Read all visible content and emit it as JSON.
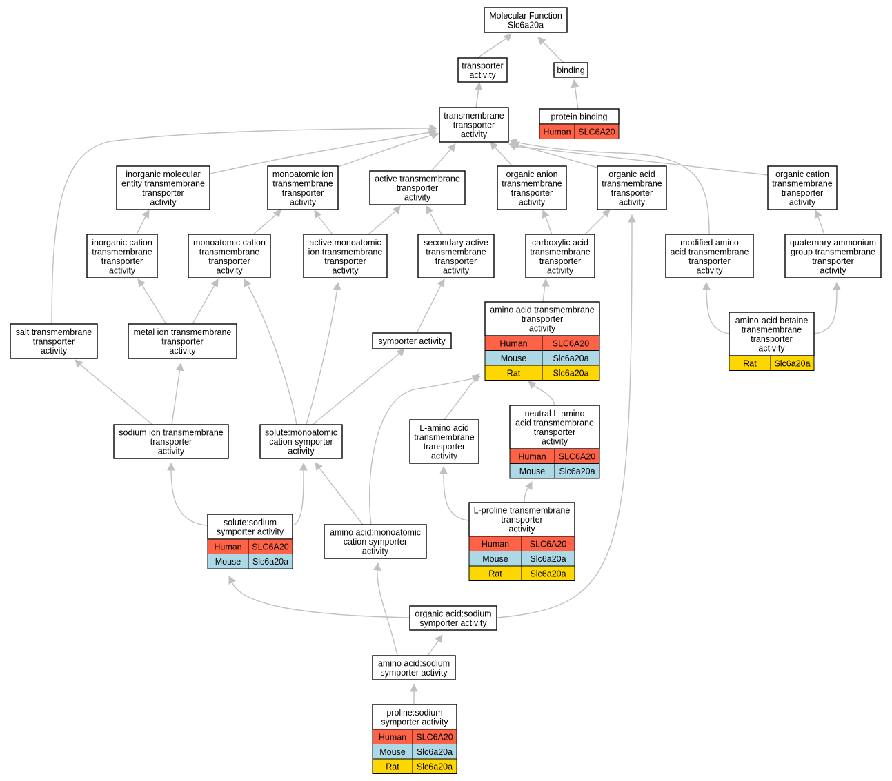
{
  "colors": {
    "human": "#ff6347",
    "mouse": "#add8e6",
    "rat": "#ffd700",
    "edge": "#c0c0c0"
  },
  "nodes": {
    "mf": {
      "lines": [
        "Molecular Function",
        "Slc6a20a"
      ]
    },
    "transporter": {
      "lines": [
        "transporter",
        "activity"
      ]
    },
    "binding": {
      "lines": [
        "binding"
      ]
    },
    "tm_transporter": {
      "lines": [
        "transmembrane",
        "transporter",
        "activity"
      ]
    },
    "protein_binding": {
      "lines": [
        "protein binding"
      ],
      "genes": [
        {
          "species": "Human",
          "gene": "SLC6A20"
        }
      ]
    },
    "inorg_mol": {
      "lines": [
        "inorganic molecular",
        "entity transmembrane",
        "transporter",
        "activity"
      ]
    },
    "monoatomic_ion": {
      "lines": [
        "monoatomic ion",
        "transmembrane",
        "transporter",
        "activity"
      ]
    },
    "active_tm": {
      "lines": [
        "active transmembrane",
        "transporter",
        "activity"
      ]
    },
    "organic_anion": {
      "lines": [
        "organic anion",
        "transmembrane",
        "transporter",
        "activity"
      ]
    },
    "organic_acid": {
      "lines": [
        "organic acid",
        "transmembrane",
        "transporter",
        "activity"
      ]
    },
    "organic_cation": {
      "lines": [
        "organic cation",
        "transmembrane",
        "transporter",
        "activity"
      ]
    },
    "inorg_cation": {
      "lines": [
        "inorganic cation",
        "transmembrane",
        "transporter",
        "activity"
      ]
    },
    "monoatomic_cation": {
      "lines": [
        "monoatomic cation",
        "transmembrane",
        "transporter",
        "activity"
      ]
    },
    "active_monoatomic": {
      "lines": [
        "active monoatomic",
        "ion transmembrane",
        "transporter",
        "activity"
      ]
    },
    "secondary_active": {
      "lines": [
        "secondary active",
        "transmembrane",
        "transporter",
        "activity"
      ]
    },
    "carboxylic": {
      "lines": [
        "carboxylic acid",
        "transmembrane",
        "transporter",
        "activity"
      ]
    },
    "modified_aa": {
      "lines": [
        "modified amino",
        "acid transmembrane",
        "transporter",
        "activity"
      ]
    },
    "quaternary": {
      "lines": [
        "quaternary ammonium",
        "group transmembrane",
        "transporter",
        "activity"
      ]
    },
    "salt": {
      "lines": [
        "salt transmembrane",
        "transporter",
        "activity"
      ]
    },
    "metal_ion": {
      "lines": [
        "metal ion transmembrane",
        "transporter",
        "activity"
      ]
    },
    "symporter": {
      "lines": [
        "symporter activity"
      ]
    },
    "aa_tm": {
      "lines": [
        "amino acid transmembrane",
        "transporter",
        "activity"
      ],
      "genes": [
        {
          "species": "Human",
          "gene": "SLC6A20"
        },
        {
          "species": "Mouse",
          "gene": "Slc6a20a"
        },
        {
          "species": "Rat",
          "gene": "Slc6a20a"
        }
      ]
    },
    "aa_betaine": {
      "lines": [
        "amino-acid betaine",
        "transmembrane",
        "transporter",
        "activity"
      ],
      "genes": [
        {
          "species": "Rat",
          "gene": "Slc6a20a"
        }
      ]
    },
    "sodium_ion": {
      "lines": [
        "sodium ion transmembrane",
        "transporter",
        "activity"
      ]
    },
    "solute_monoatomic": {
      "lines": [
        "solute:monoatomic",
        "cation symporter",
        "activity"
      ]
    },
    "l_aa": {
      "lines": [
        "L-amino acid",
        "transmembrane",
        "transporter",
        "activity"
      ]
    },
    "neutral_l_aa": {
      "lines": [
        "neutral L-amino",
        "acid transmembrane",
        "transporter",
        "activity"
      ],
      "genes": [
        {
          "species": "Human",
          "gene": "SLC6A20"
        },
        {
          "species": "Mouse",
          "gene": "Slc6a20a"
        }
      ]
    },
    "solute_sodium": {
      "lines": [
        "solute:sodium",
        "symporter activity"
      ],
      "genes": [
        {
          "species": "Human",
          "gene": "SLC6A20"
        },
        {
          "species": "Mouse",
          "gene": "Slc6a20a"
        }
      ]
    },
    "aa_monoatomic": {
      "lines": [
        "amino acid:monoatomic",
        "cation symporter",
        "activity"
      ]
    },
    "l_proline": {
      "lines": [
        "L-proline transmembrane",
        "transporter",
        "activity"
      ],
      "genes": [
        {
          "species": "Human",
          "gene": "SLC6A20"
        },
        {
          "species": "Mouse",
          "gene": "Slc6a20a"
        },
        {
          "species": "Rat",
          "gene": "Slc6a20a"
        }
      ]
    },
    "organic_acid_sodium": {
      "lines": [
        "organic acid:sodium",
        "symporter activity"
      ]
    },
    "aa_sodium": {
      "lines": [
        "amino acid:sodium",
        "symporter activity"
      ]
    },
    "proline_sodium": {
      "lines": [
        "proline:sodium",
        "symporter activity"
      ],
      "genes": [
        {
          "species": "Human",
          "gene": "SLC6A20"
        },
        {
          "species": "Mouse",
          "gene": "Slc6a20a"
        },
        {
          "species": "Rat",
          "gene": "Slc6a20a"
        }
      ]
    }
  }
}
